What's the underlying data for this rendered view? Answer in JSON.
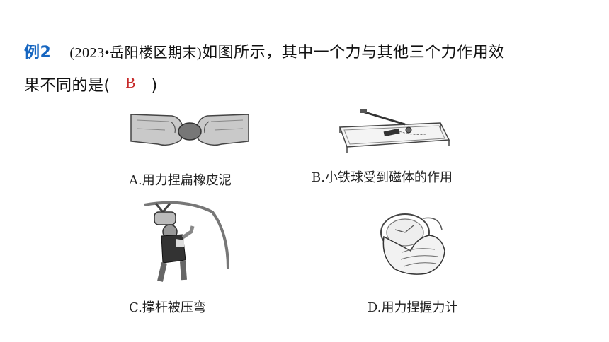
{
  "question": {
    "label": "例2",
    "source": "(2023•岳阳楼区期末)",
    "text_line1": "如图所示，其中一个力与其他三个力作用效",
    "text_line2": "果不同的是(",
    "answer": "B",
    "close_paren": ")"
  },
  "options": [
    {
      "id": "A",
      "caption": "A.用力捏扁橡皮泥",
      "icon": "hands-squeezing-clay"
    },
    {
      "id": "B",
      "caption": "B.小铁球受到磁体的作用",
      "icon": "iron-ball-magnet"
    },
    {
      "id": "C",
      "caption": "C.撑杆被压弯",
      "icon": "pole-vaulter"
    },
    {
      "id": "D",
      "caption": "D.用力捏握力计",
      "icon": "hand-grip-dynamometer"
    }
  ],
  "colors": {
    "label": "#1565c0",
    "answer": "#c62828",
    "text": "#111111"
  }
}
